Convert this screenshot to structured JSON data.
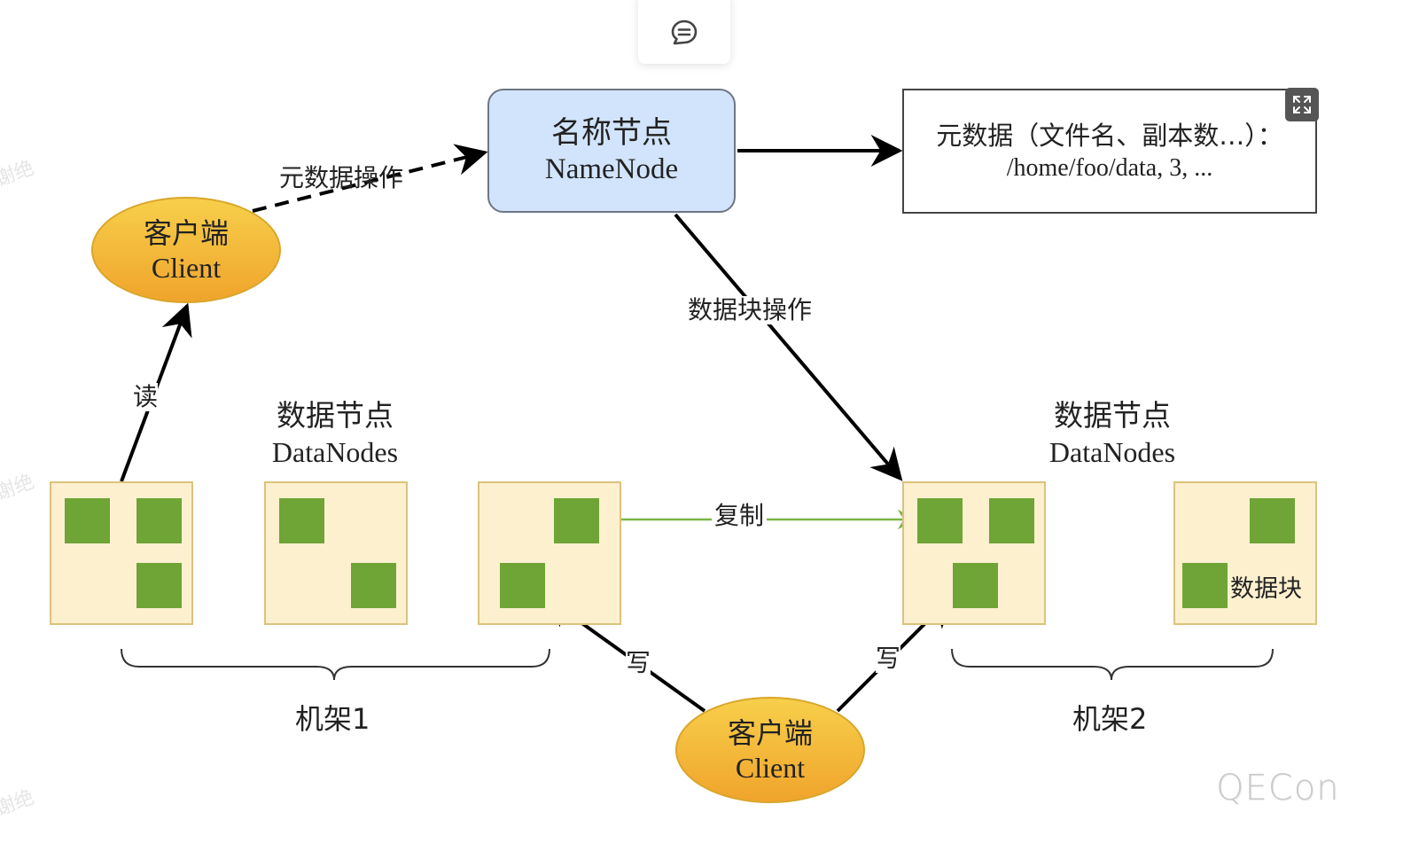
{
  "toolbar": {
    "comment_icon": "comment-bubble-icon",
    "expand_icon": "expand-fullscreen-icon"
  },
  "namenode": {
    "title_cn": "名称节点",
    "title_en": "NameNode",
    "fill": "#d2e4fb"
  },
  "metadata_box": {
    "line1": "元数据（文件名、副本数…）：",
    "line2": "/home/foo/data, 3, ..."
  },
  "client_top": {
    "title_cn": "客户端",
    "title_en": "Client"
  },
  "client_bottom": {
    "title_cn": "客户端",
    "title_en": "Client"
  },
  "edges": {
    "metadata_op": "元数据操作",
    "block_op": "数据块操作",
    "read": "读",
    "write_left": "写",
    "write_right": "写",
    "replicate": "复制"
  },
  "datanodes_left": {
    "title_cn": "数据节点",
    "title_en": "DataNodes"
  },
  "datanodes_right": {
    "title_cn": "数据节点",
    "title_en": "DataNodes"
  },
  "block_label": "数据块",
  "racks": {
    "rack1": "机架1",
    "rack2": "机架2"
  },
  "watermark": "谢绝",
  "brand": "QECon",
  "colors": {
    "block_green": "#6ea536",
    "datanode_fill": "#fcf0cf",
    "datanode_border": "#dcc27c",
    "client_fill_top": "#f7cf4b",
    "client_fill_bottom": "#f0a42c",
    "replicate_line": "#7ab648"
  }
}
